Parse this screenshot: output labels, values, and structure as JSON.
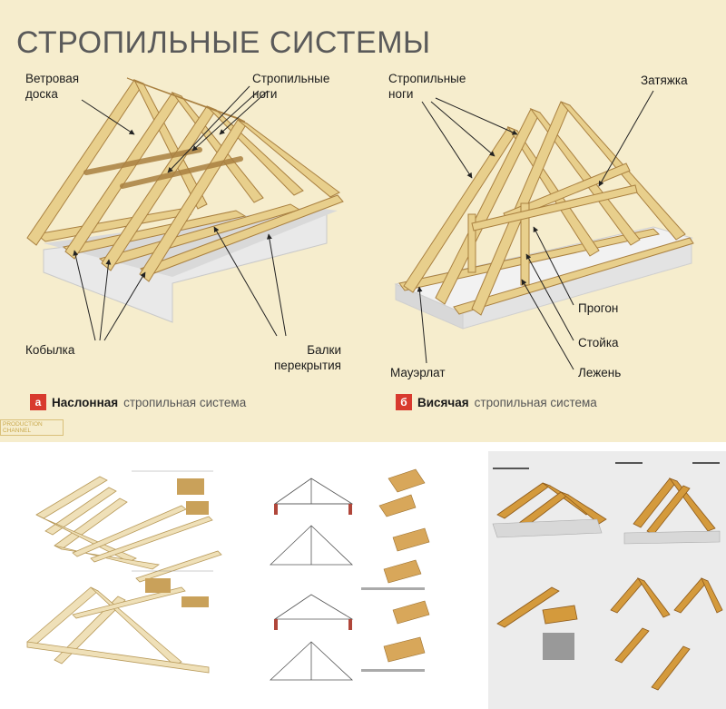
{
  "title": "СТРОПИЛЬНЫЕ СИСТЕМЫ",
  "left_diagram": {
    "labels": {
      "wind_board": "Ветровая\nдоска",
      "rafter_legs": "Стропильные\nноги",
      "kobylka": "Кобылка",
      "floor_beams": "Балки\nперекрытия"
    },
    "caption": {
      "letter": "а",
      "bold": "Наслонная",
      "rest": "стропильная система"
    }
  },
  "right_diagram": {
    "labels": {
      "rafter_legs": "Стропильные\nноги",
      "tie": "Затяжка",
      "purlin": "Прогон",
      "post": "Стойка",
      "mauerlat": "Мауэрлат",
      "sill": "Лежень"
    },
    "caption": {
      "letter": "б",
      "bold": "Висячая",
      "rest": "стропильная система"
    }
  },
  "watermark": "PRODUCTION\nCHANNEL",
  "colors": {
    "panel_bg": "#f6edcd",
    "wood_light": "#e8cf8c",
    "wood_dark": "#b99148",
    "badge_red": "#d83a2e",
    "title_gray": "#5a5a5a"
  }
}
